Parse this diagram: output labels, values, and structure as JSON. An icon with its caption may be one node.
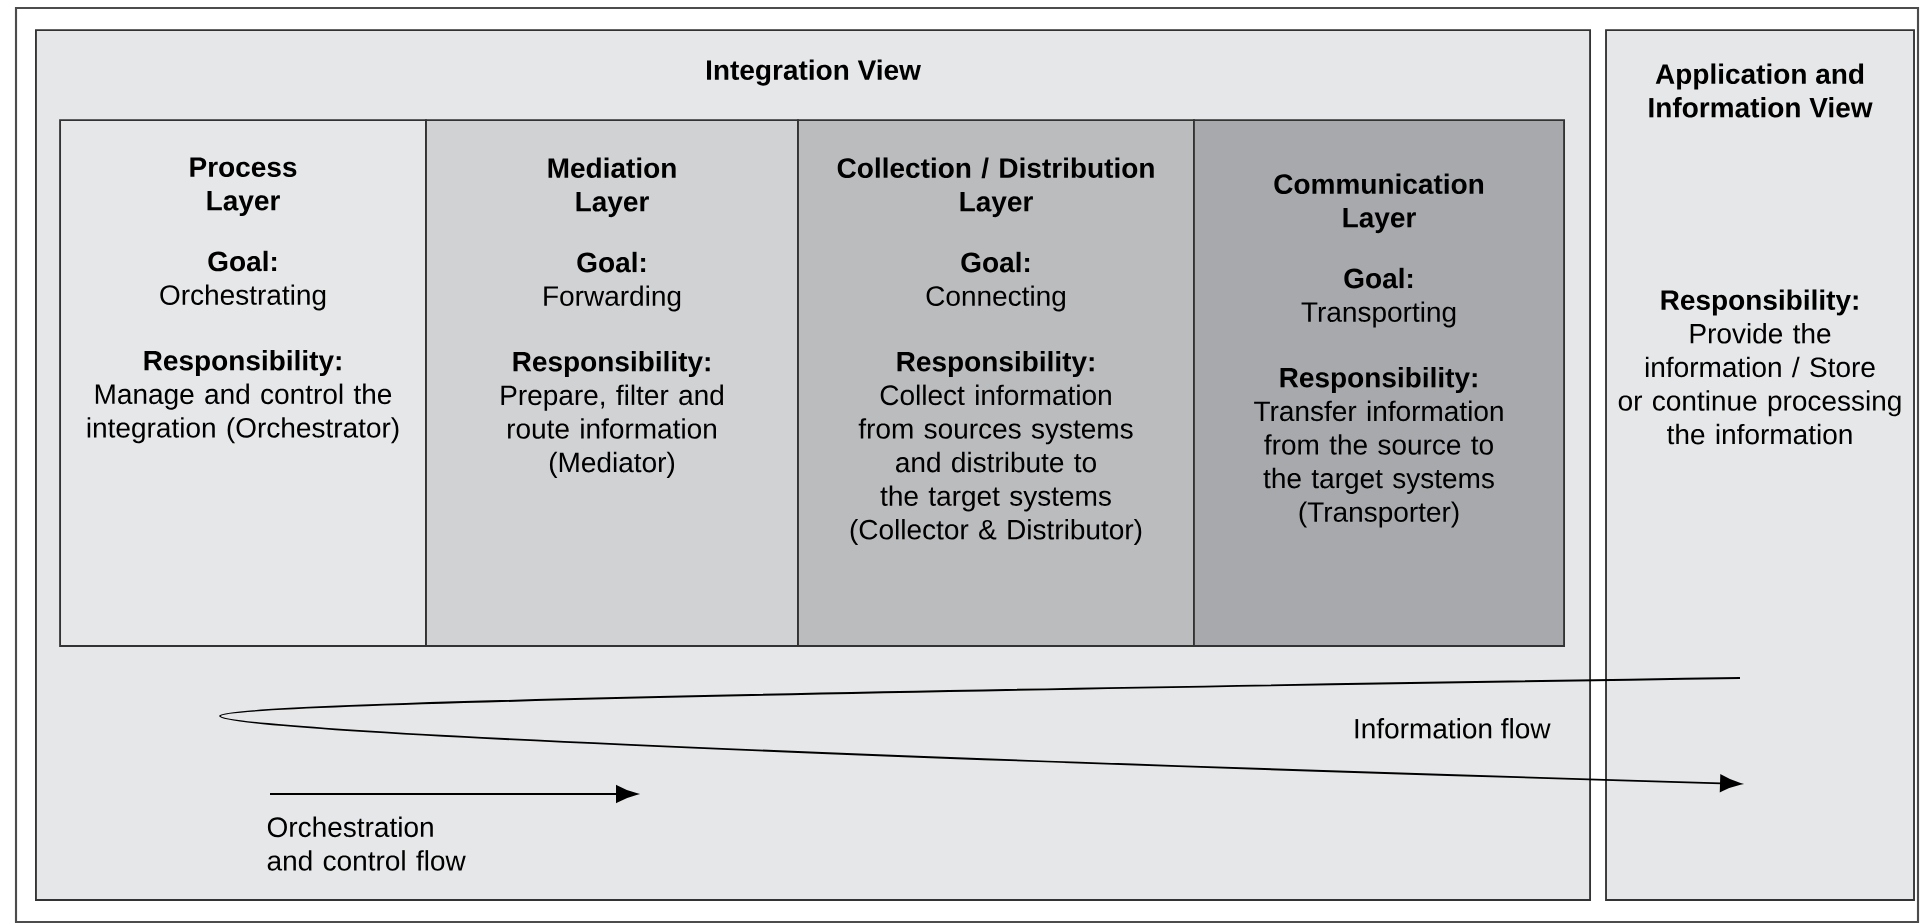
{
  "diagram": {
    "nodes": [
      {
        "text": [
          "Integration View"
        ]
      },
      {
        "text": [
          "Process Layer",
          "Goal:",
          "Orchestrating",
          "Responsibility:",
          "Manage and control the integration (Orchestrator)"
        ],
        "in": 0
      },
      {
        "text": [
          "Mediation Layer",
          "Goal:",
          "Forwarding",
          "Responsibility:",
          "Prepare, filter and route information (Mediator)"
        ],
        "in": 0
      },
      {
        "text": [
          "Collection / Distribution Layer",
          "Goal:",
          "Connecting",
          "Responsibility:",
          "Collect information from sources systems and distribute to the target systems (Collector & Distributor)"
        ],
        "in": 0
      },
      {
        "text": [
          "Communication Layer",
          "Goal:",
          "Transporting",
          "Responsibility:",
          "Transfer information from the source to the target systems (Transporter)"
        ],
        "in": 0
      },
      {
        "text": [
          "Application and Information View",
          "Responsibility:",
          "Provide the information / Store or continue processing the information"
        ]
      }
    ],
    "labels": [
      "Information flow",
      "Orchestration and control flow"
    ]
  }
}
